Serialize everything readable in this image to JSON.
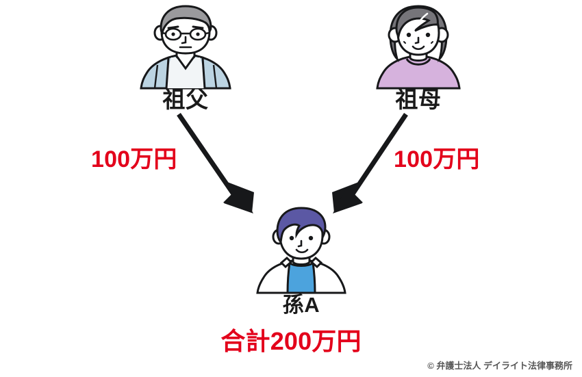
{
  "diagram": {
    "type": "family-gift-flow",
    "background_color": "#ffffff",
    "accent_red": "#e3001b",
    "people": [
      {
        "id": "grandfather",
        "label": "祖父",
        "icon": "elderly-man-with-glasses-avatar",
        "hair_color": "#9a9a9d",
        "clothing_color": "#bcd4e2"
      },
      {
        "id": "grandmother",
        "label": "祖母",
        "icon": "elderly-woman-avatar",
        "hair_color": "#76757a",
        "clothing_color": "#d6b2dd"
      },
      {
        "id": "grandchild",
        "label": "孫A",
        "icon": "young-man-avatar",
        "hair_color": "#5b58a4",
        "clothing_color": "#4ca3dd"
      }
    ],
    "flows": [
      {
        "id": "gift-from-grandfather",
        "from": "grandfather",
        "to": "grandchild",
        "amount_label": "100万円",
        "amount_value": 1000000
      },
      {
        "id": "gift-from-grandmother",
        "from": "grandmother",
        "to": "grandchild",
        "amount_label": "100万円",
        "amount_value": 1000000
      }
    ],
    "total": {
      "label": "合計200万円",
      "value": 2000000
    },
    "credit": "© 弁護士法人 デイライト法律事務所"
  }
}
